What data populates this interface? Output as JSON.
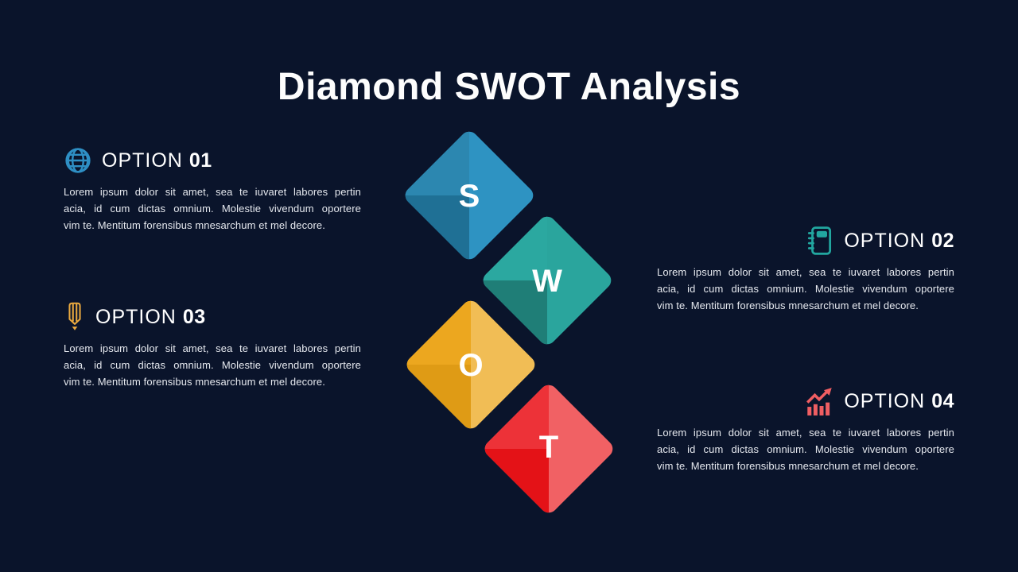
{
  "slide": {
    "title": "Diamond SWOT Analysis",
    "background_color": "#0A142B",
    "text_color": "#E6E9EF"
  },
  "options": [
    {
      "label": "OPTION",
      "number": "01",
      "icon": "globe-icon",
      "color": "#2E8FC4",
      "align": "left",
      "body_lines": [
        "Lorem ipsum dolor sit amet, sea te iuvaret labores pertin",
        "acia, id cum dictas omnium. Molestie vivendum oportere",
        "vim te. Mentitum forensibus mnesarchum et mel decore."
      ]
    },
    {
      "label": "OPTION",
      "number": "02",
      "icon": "notebook-icon",
      "color": "#22A7A0",
      "align": "right",
      "body_lines": [
        "Lorem ipsum dolor sit amet, sea te iuvaret labores pertin",
        "acia, id cum dictas omnium. Molestie vivendum oportere",
        "vim te. Mentitum forensibus mnesarchum et mel decore."
      ]
    },
    {
      "label": "OPTION",
      "number": "03",
      "icon": "pencil-icon",
      "color": "#EAA93F",
      "align": "left",
      "body_lines": [
        "Lorem ipsum dolor sit amet, sea te iuvaret labores pertin",
        "acia, id cum dictas omnium. Molestie vivendum oportere",
        "vim te. Mentitum forensibus mnesarchum et mel decore."
      ]
    },
    {
      "label": "OPTION",
      "number": "04",
      "icon": "growth-chart-icon",
      "color": "#F05E62",
      "align": "right",
      "body_lines": [
        "Lorem ipsum dolor sit amet, sea te iuvaret labores pertin",
        "acia, id cum dictas omnium. Molestie vivendum oportere",
        "vim te. Mentitum forensibus mnesarchum et mel decore."
      ]
    }
  ],
  "diamonds": [
    {
      "letter": "S",
      "dark": "#1F7095",
      "mid": "#2C87B0",
      "light": "#2E93C2"
    },
    {
      "letter": "W",
      "dark": "#1F7E77",
      "mid": "#2BA8A0",
      "light": "#2AA59D"
    },
    {
      "letter": "O",
      "dark": "#DF9B15",
      "mid": "#ECA71F",
      "light": "#F1BD55"
    },
    {
      "letter": "T",
      "dark": "#E41217",
      "mid": "#ED3238",
      "light": "#F16164"
    }
  ]
}
